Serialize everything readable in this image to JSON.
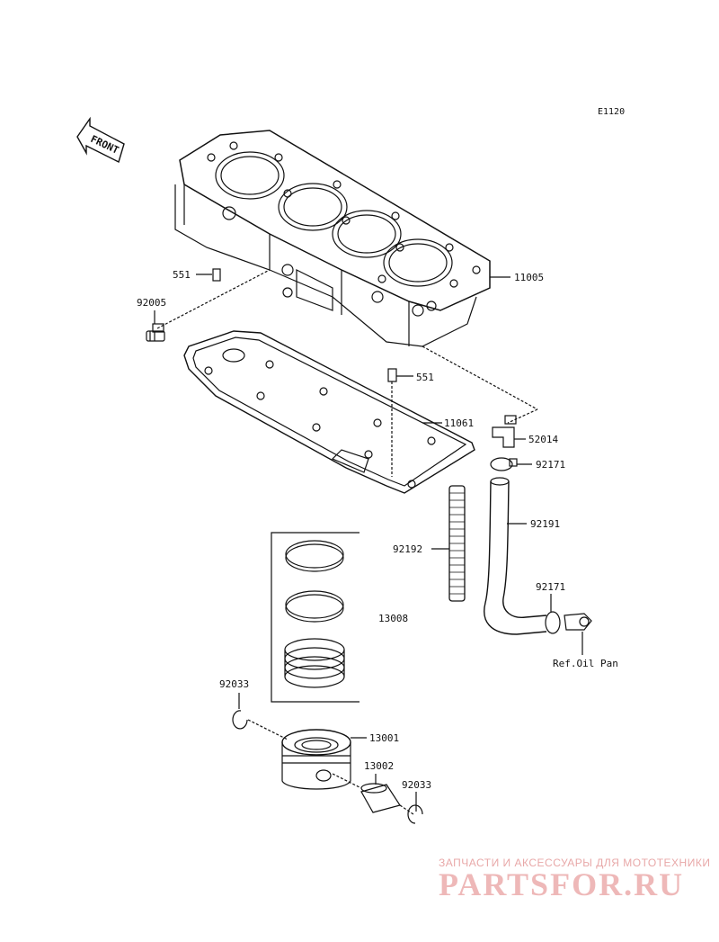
{
  "diagram_ref": "E1120",
  "front_label": "FRONT",
  "parts": {
    "p11005": "11005",
    "p551a": "551",
    "p92005": "92005",
    "p551b": "551",
    "p11061": "11061",
    "p52014": "52014",
    "p92171a": "92171",
    "p92191": "92191",
    "p92192": "92192",
    "p13008": "13008",
    "p92171b": "92171",
    "p92033a": "92033",
    "p13001": "13001",
    "p13002": "13002",
    "p92033b": "92033"
  },
  "ref_oil_pan": "Ref.Oil Pan",
  "watermark": {
    "line1": "ЗАПЧАСТИ И АКСЕССУАРЫ ДЛЯ МОТОТЕХНИКИ",
    "line2": "PARTSFOR.RU"
  }
}
